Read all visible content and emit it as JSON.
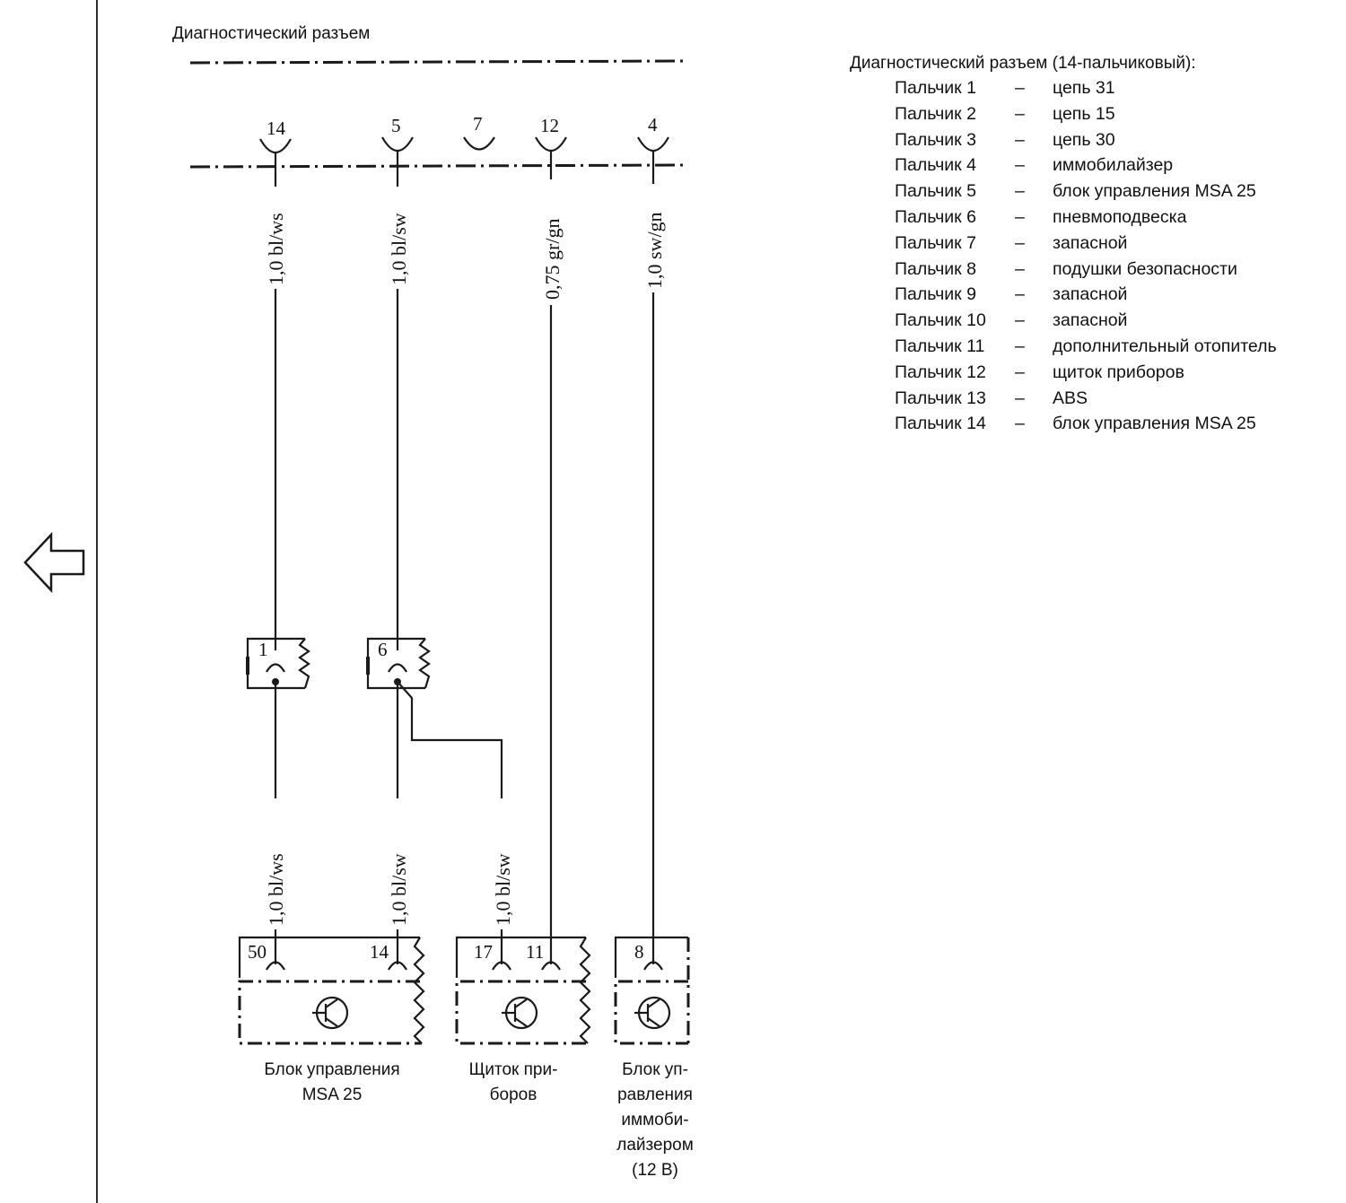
{
  "header": {
    "title": "Диагностический разъем"
  },
  "legend": {
    "title": "Диагностический разъем (14-пальчиковый):",
    "rows": [
      {
        "pin": "Пальчик 1",
        "desc": "цепь 31"
      },
      {
        "pin": "Пальчик 2",
        "desc": "цепь 15"
      },
      {
        "pin": "Пальчик 3",
        "desc": "цепь 30"
      },
      {
        "pin": "Пальчик 4",
        "desc": "иммобилайзер"
      },
      {
        "pin": "Пальчик 5",
        "desc": "блок управления MSA 25"
      },
      {
        "pin": "Пальчик 6",
        "desc": "пневмоподвеска"
      },
      {
        "pin": "Пальчик 7",
        "desc": "запасной"
      },
      {
        "pin": "Пальчик 8",
        "desc": "подушки безопасности"
      },
      {
        "pin": "Пальчик 9",
        "desc": "запасной"
      },
      {
        "pin": "Пальчик 10",
        "desc": "запасной"
      },
      {
        "pin": "Пальчик 11",
        "desc": "дополнительный отопитель"
      },
      {
        "pin": "Пальчик 12",
        "desc": "щиток приборов"
      },
      {
        "pin": "Пальчик 13",
        "desc": "ABS"
      },
      {
        "pin": "Пальчик 14",
        "desc": "блок управления MSA 25"
      }
    ],
    "dash": "–"
  },
  "connector_pins": [
    "14",
    "5",
    "7",
    "12",
    "4"
  ],
  "wires_top": [
    "1,0 bl/ws",
    "1,0 bl/sw",
    "0,75 gr/gn",
    "1,0 sw/gn"
  ],
  "splice_pins": [
    "1",
    "6"
  ],
  "wires_bottom": [
    "1,0 bl/ws",
    "1,0 bl/sw",
    "1,0 bl/sw"
  ],
  "module_pins": [
    "50",
    "14",
    "17",
    "11",
    "8"
  ],
  "components": {
    "msa": [
      "Блок управления",
      "MSA 25"
    ],
    "cluster": [
      "Щиток при-",
      "боров"
    ],
    "immo": [
      "Блок уп-",
      "равления",
      "иммоби-",
      "лайзером",
      "(12 В)"
    ]
  },
  "icons": {
    "back_arrow": "left-arrow-outline-icon",
    "transistor": "transistor-icon"
  }
}
